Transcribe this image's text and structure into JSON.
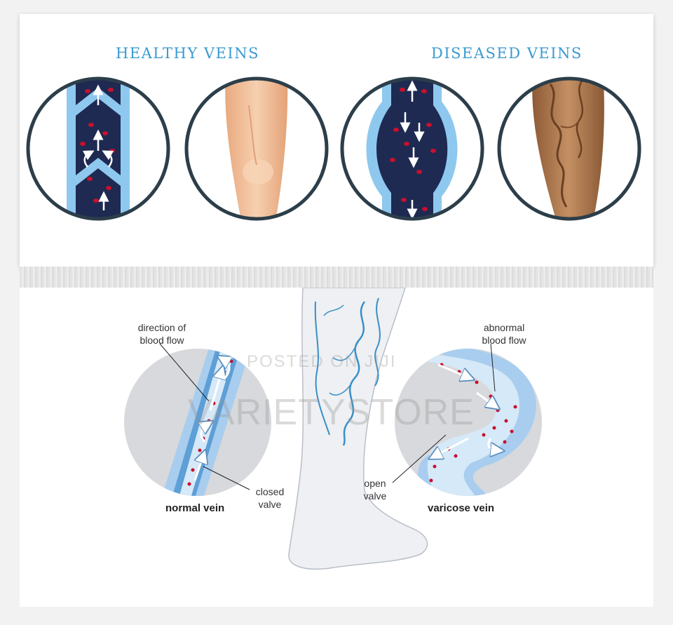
{
  "headings": {
    "healthy": "HEALTHY VEINS",
    "diseased": "DISEASED VEINS"
  },
  "labels": {
    "direction_of_blood_flow": "direction of\nblood flow",
    "abnormal_blood_flow": "abnormal\nblood flow",
    "closed_valve": "closed\nvalve",
    "open_valve": "open\nvalve",
    "normal_vein": "normal vein",
    "varicose_vein": "varicose vein"
  },
  "watermark": {
    "line1": "POSTED ON JIJI",
    "line2": "VARIETYSTORE"
  },
  "colors": {
    "heading": "#3a9bd1",
    "vein_dark": "#1e2a52",
    "vein_light": "#8fc8ee",
    "blood_cell": "#c8102e",
    "circle_border": "#2c3e4a",
    "skin": "#f1c29c",
    "diseased_skin": "#a8744c"
  }
}
